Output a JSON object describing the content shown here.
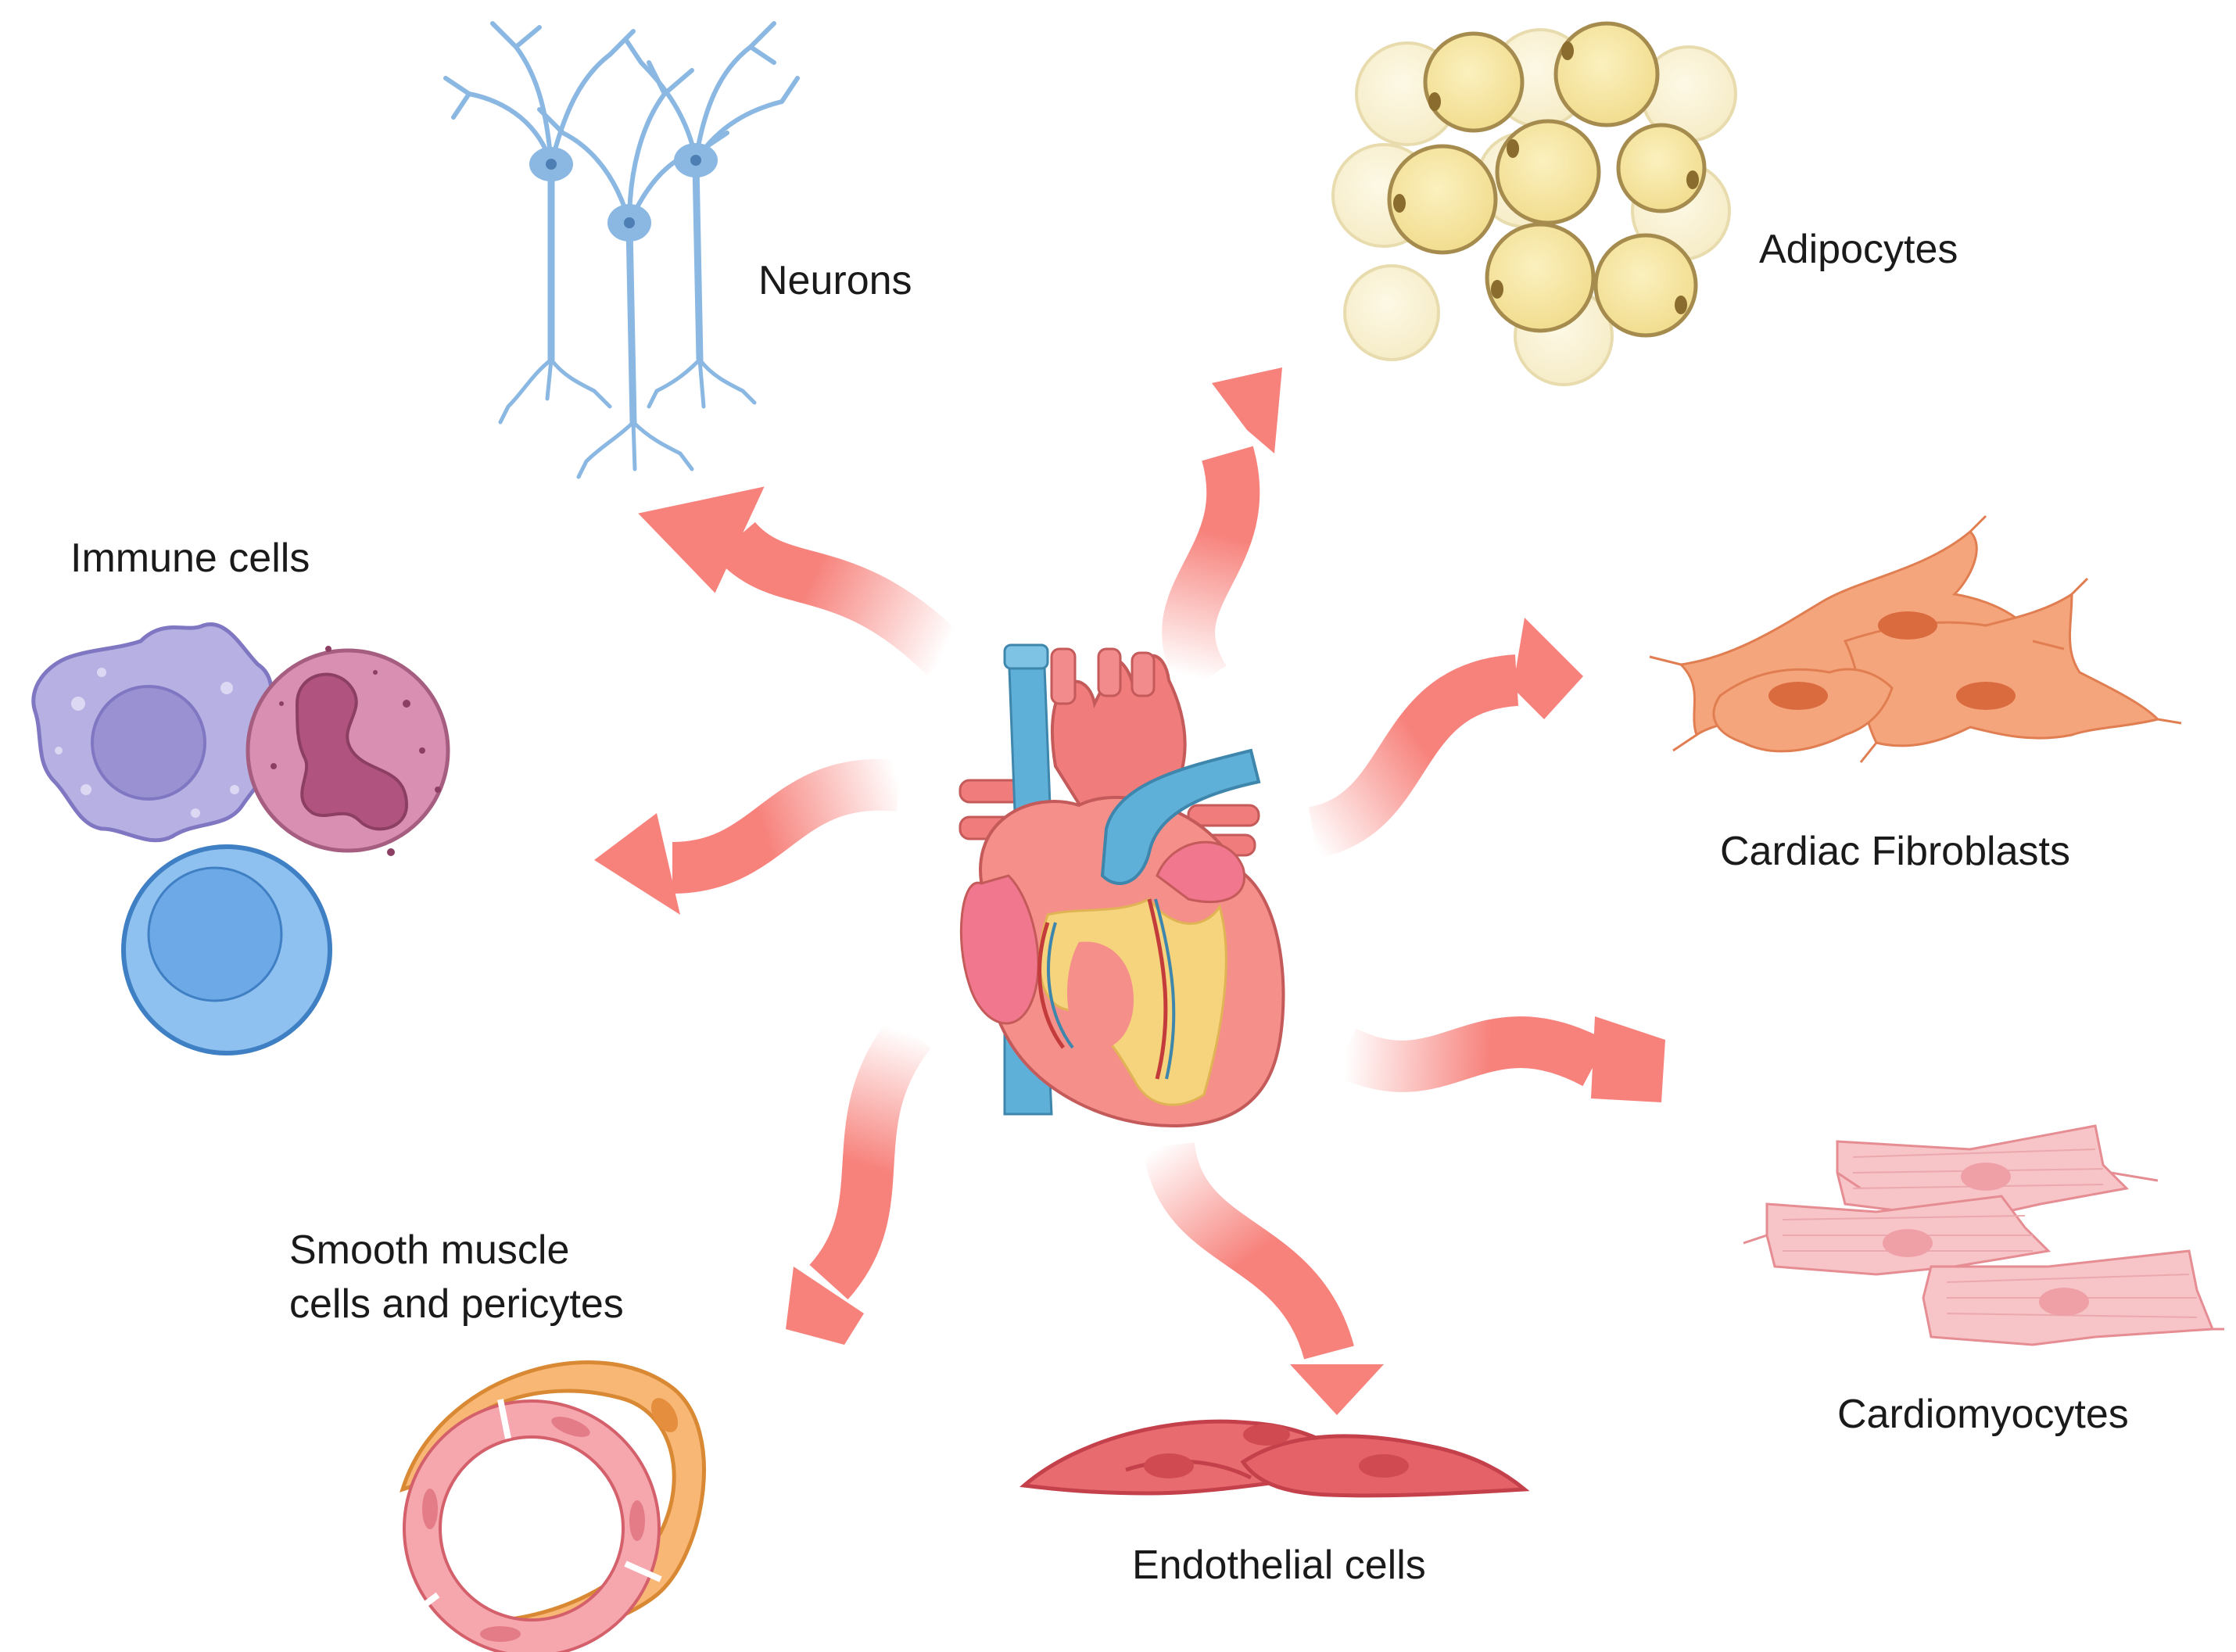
{
  "labels": {
    "neurons": "Neurons",
    "adipocytes": "Adipocytes",
    "immune": "Immune cells",
    "fibroblasts": "Cardiac Fibroblasts",
    "smooth_line1": "Smooth muscle",
    "smooth_line2": "cells and pericytes",
    "cardiomyocytes": "Cardiomyocytes",
    "endothelial": "Endothelial cells"
  },
  "colors": {
    "arrow": "#f7827c",
    "neuron": "#8ab8e2",
    "adipocyte": "#f6e9a6",
    "immune_purple": "#b6b0e3",
    "immune_pink": "#d98fb2",
    "immune_blue": "#8fc1f0",
    "fibroblast": "#f5a57c",
    "cardiomyocyte": "#f7c4c7",
    "endothelial": "#e86b6f",
    "smooth_muscle": "#f8b775",
    "heart_red": "#f07c7c",
    "vessel_blue": "#5fb0d9",
    "fat_yellow": "#f6d37d"
  },
  "icons": [
    "heart-icon",
    "neuron-icon",
    "adipocyte-icon",
    "immune-cell-icon",
    "fibroblast-icon",
    "cardiomyocyte-icon",
    "endothelial-cell-icon",
    "smooth-muscle-icon",
    "arrow-icon"
  ]
}
